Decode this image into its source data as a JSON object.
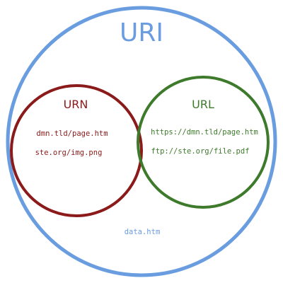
{
  "uri": {
    "title": "URI",
    "color": "#6a9de0",
    "items": [
      "data.htm"
    ]
  },
  "urn": {
    "title": "URN",
    "color": "#8b1a1a",
    "items": [
      "dmn.tld/page.htm",
      "ste.org/img.png"
    ]
  },
  "url": {
    "title": "URL",
    "color": "#3d7a2b",
    "items": [
      "https://dmn.tld/page.htm",
      "ftp://ste.org/file.pdf"
    ]
  }
}
